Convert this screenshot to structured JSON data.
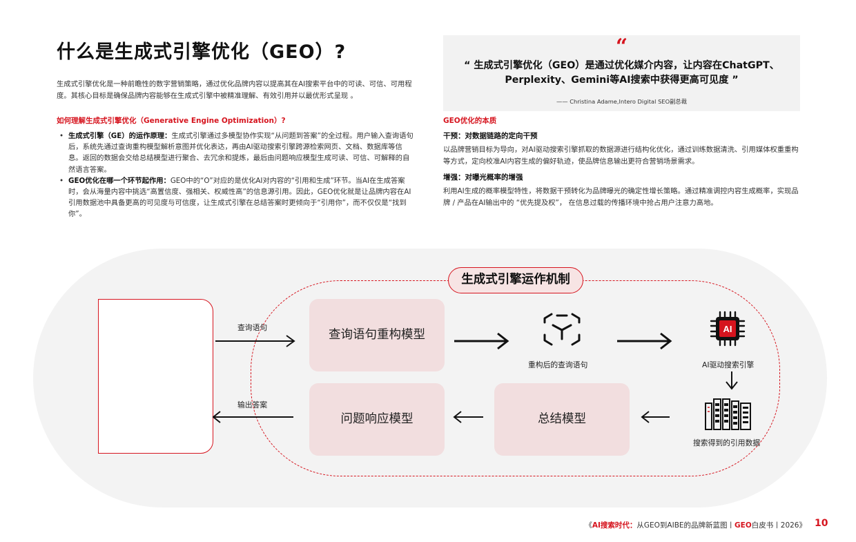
{
  "page": {
    "title": "什么是生成式引擎优化（GEO）?",
    "intro": "生成式引擎优化是一种前瞻性的数字营销策略，通过优化品牌内容以提高其在AI搜索平台中的可读、可信、可用程度。其核心目标是确保品牌内容能够在生成式引擎中被精准理解、有效引用并以最优形式呈现 。"
  },
  "left": {
    "heading": "如何理解生成式引擎优化（Generative Engine Optimization）?",
    "bullets": [
      {
        "bold": "生成式引擎（GE）的运作原理：",
        "text": "生成式引擎通过多模型协作实现“从问题到答案”的全过程。用户输入查询语句后，系统先通过查询重构模型解析意图并优化表达，再由AI驱动搜索引擎跨源检索网页、文档、数据库等信息。返回的数据会交给总结模型进行聚合、去冗余和提炼，最后由问题响应模型生成可读、可信、可解释的自然语言答案。"
      },
      {
        "bold": "GEO优化在哪一个环节起作用：",
        "text": "GEO中的“O”对应的是优化AI对内容的“引用和生成”环节。当AI在生成答案时，会从海量内容中挑选“高置信度、强相关、权威性高”的信息源引用。因此，GEO优化就是让品牌内容在AI引用数据池中具备更高的可见度与可信度，让生成式引擎在总结答案时更倾向于“引用你”，而不仅仅是“找到你”。"
      }
    ]
  },
  "quote": {
    "mark": "“",
    "text": "“ 生成式引擎优化（GEO）是通过优化媒介内容，让内容在ChatGPT、Perplexity、Gemini等AI搜索中获得更高可见度 ”",
    "author": "—— Christina Adame,Intero Digital SEO副总裁"
  },
  "right": {
    "heading": "GEO优化的本质",
    "sub1": "干预：对数据链路的定向干预",
    "para1": "以品牌营销目标为导向，对AI驱动搜索引擎抓取的数据源进行结构化优化，通过训练数据清洗、引用媒体权重重构等方式，定向校准AI内容生成的偏好轨迹，使品牌信息输出更符合营销场景需求。",
    "sub2": "增强：对曝光概率的增强",
    "para2": "利用AI生成的概率模型特性，将数据干预转化为品牌曝光的确定性增长策略。通过精准调控内容生成概率，实现品牌 / 产品在AI输出中的 “优先提及权”， 在信息过载的传播环境中抢占用户注意力高地。"
  },
  "diagram": {
    "title": "生成式引擎运作机制",
    "query_label": "查询语句",
    "answer_label": "输出答案",
    "rewrite_model": "查询语句重构模型",
    "rewritten_label": "重构后的查询语句",
    "engine_label": "AI驱动搜索引擎",
    "ai_chip_text": "AI",
    "data_label": "搜索得到的引用数据",
    "summary_model": "总结模型",
    "response_model": "问题响应模型",
    "accent_color": "#d6141e",
    "box_color": "#f2dedf"
  },
  "footer": {
    "open": "《",
    "bold": "AI搜索时代：",
    "middle": "从GEO到AIBE的品牌新蓝图丨",
    "bold2": "GEO",
    "rest": "白皮书丨2026》",
    "page_number": "10"
  }
}
